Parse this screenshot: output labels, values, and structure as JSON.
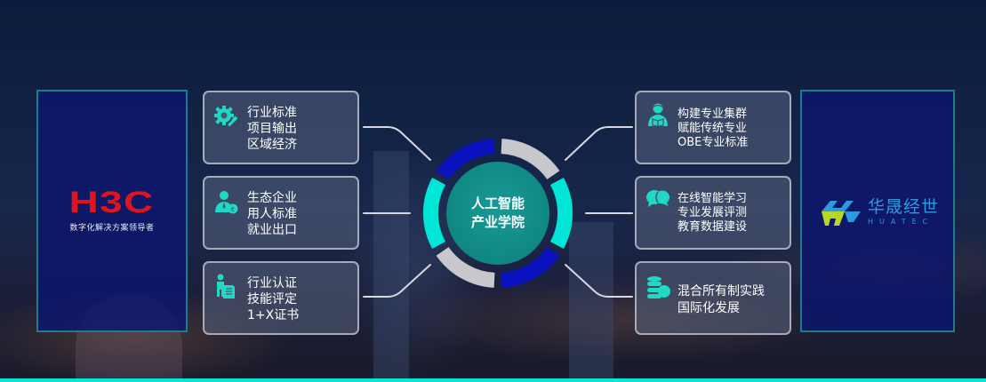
{
  "colors": {
    "accent_cyan": "#00e8d8",
    "ring_blue": "#0a12c0",
    "ring_gray": "#c8c8cc",
    "ring_cyan": "#00e6d6",
    "center_teal": "#138f8c",
    "h3c_red": "#e0141e",
    "huatec_blue": "#2a9be0",
    "huatec_green": "#b8d62a"
  },
  "left_logo": {
    "brand": "H3C",
    "tagline": "数字化解决方案领导者"
  },
  "right_logo": {
    "brand_cn": "华晟经世",
    "brand_en": "HUATEC"
  },
  "center": {
    "line1": "人工智能",
    "line2": "产业学院"
  },
  "left_cards": [
    {
      "icon": "gear-wrench-icon",
      "lines": [
        "行业标准",
        "项目输出",
        "区域经济"
      ]
    },
    {
      "icon": "business-person-icon",
      "lines": [
        "生态企业",
        "用人标准",
        "就业出口"
      ]
    },
    {
      "icon": "person-document-icon",
      "lines": [
        "行业认证",
        "技能评定",
        "1+X证书"
      ]
    }
  ],
  "right_cards": [
    {
      "icon": "teacher-book-icon",
      "lines": [
        "构建专业集群",
        "赋能传统专业",
        "OBE专业标准"
      ]
    },
    {
      "icon": "chat-bubbles-icon",
      "lines": [
        "在线智能学习",
        "专业发展评测",
        "教育数据建设"
      ]
    },
    {
      "icon": "coins-stack-icon",
      "lines": [
        "混合所有制实践",
        "国际化发展"
      ]
    }
  ]
}
